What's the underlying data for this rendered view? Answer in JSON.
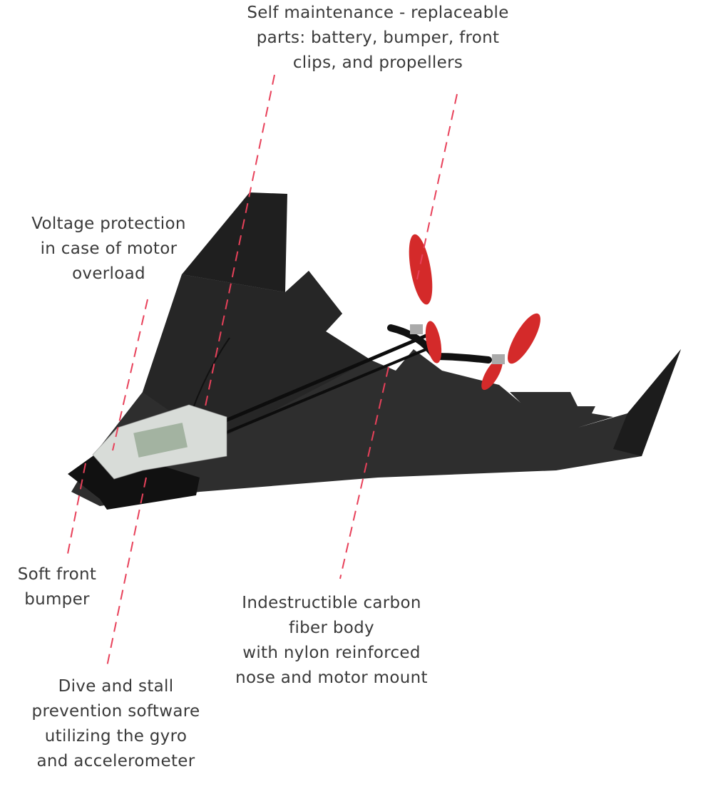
{
  "callouts": {
    "self_maintenance": "Self maintenance - replaceable\nparts: battery, bumper, front\nclips, and propellers",
    "voltage": "Voltage protection\nin case of motor\noverload",
    "bumper": "Soft front\nbumper",
    "carbon": "Indestructible carbon\nfiber body\nwith nylon reinforced\nnose and motor mount",
    "dive": "Dive and stall\nprevention software\nutilizing the gyro\nand accelerometer"
  },
  "colors": {
    "leader_line": "#e8415a",
    "paper": "#2b2b2b",
    "propeller": "#d42a2a",
    "text": "#3a3a3a"
  }
}
